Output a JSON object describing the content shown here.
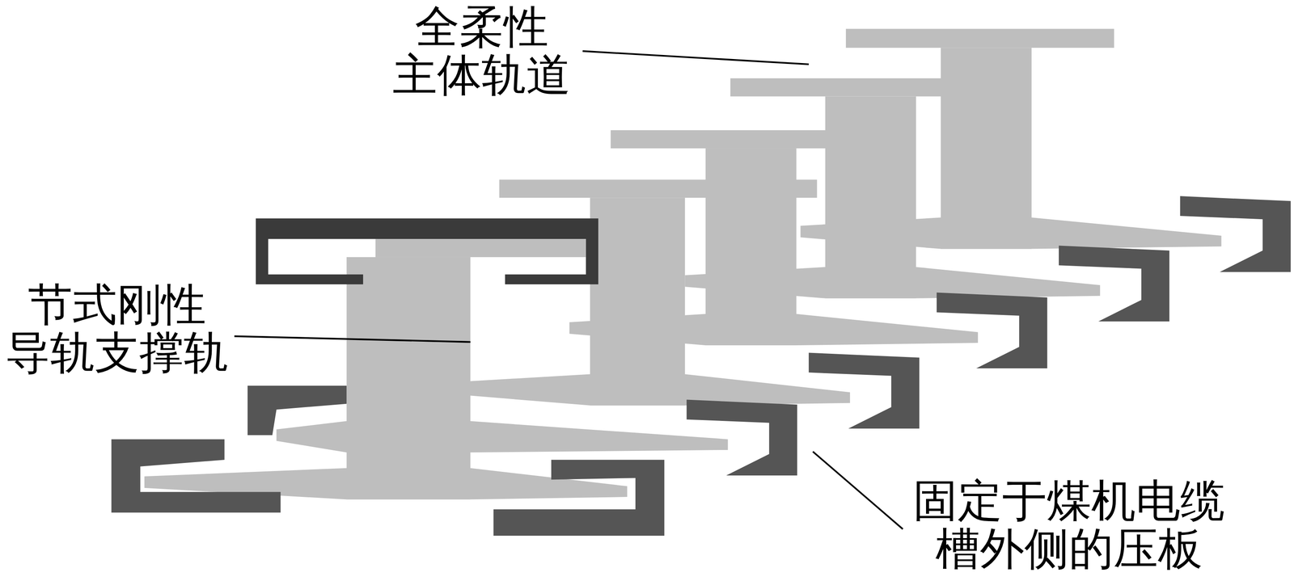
{
  "diagram": {
    "labels": [
      "全柔性 主体轨道",
      "节式刚性 导轨支撑轨",
      "固定于煤机电缆 槽外侧的压板"
    ]
  }
}
